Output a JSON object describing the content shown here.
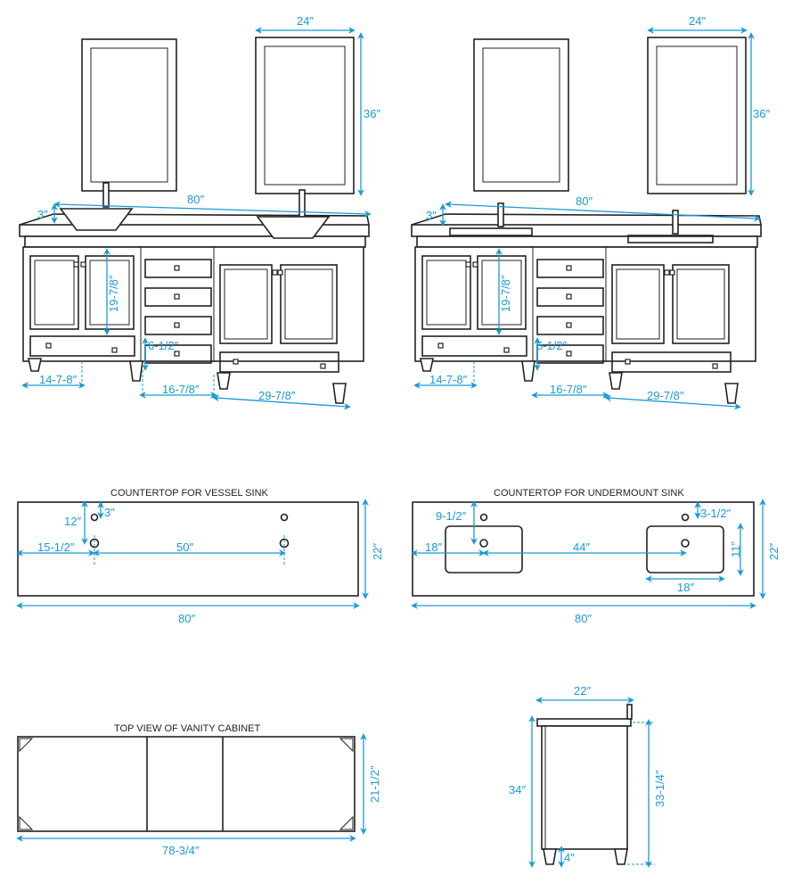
{
  "colors": {
    "dimension": "#1a9ad6",
    "line": "#222222"
  },
  "front_vessel": {
    "mirror_width": "24″",
    "mirror_height": "36″",
    "total_width": "80″",
    "backsplash": "3″",
    "door_height": "19-7/8″",
    "leg_height": "6-1/2″",
    "left_section": "14-7-8″",
    "middle_section": "16-7/8″",
    "right_section": "29-7/8″"
  },
  "front_undermount": {
    "mirror_width": "24″",
    "mirror_height": "36″",
    "total_width": "80″",
    "backsplash": "3″",
    "door_height": "19-7/8″",
    "leg_height": "6-1/2″",
    "left_section": "14-7-8″",
    "middle_section": "16-7/8″",
    "right_section": "29-7/8″"
  },
  "countertop_vessel": {
    "title": "COUNTERTOP FOR VESSEL SINK",
    "hole_depth": "12″",
    "faucet_offset": "3″",
    "edge_to_hole": "15-1/2″",
    "hole_spacing": "50″",
    "depth": "22″",
    "width": "80″"
  },
  "countertop_undermount": {
    "title": "COUNTERTOP FOR UNDERMOUNT SINK",
    "hole_depth": "9-1/2″",
    "faucet_offset": "3-1/2″",
    "edge_to_sink": "18″",
    "sink_spacing": "44″",
    "sink_depth": "11″",
    "sink_width": "18″",
    "depth": "22″",
    "width": "80″"
  },
  "top_view": {
    "title": "TOP VIEW OF VANITY CABINET",
    "depth": "21-1/2″",
    "width": "78-3/4″"
  },
  "side_view": {
    "depth": "22″",
    "total_height": "34″",
    "cabinet_height": "33-1/4″",
    "toe": "4″"
  }
}
